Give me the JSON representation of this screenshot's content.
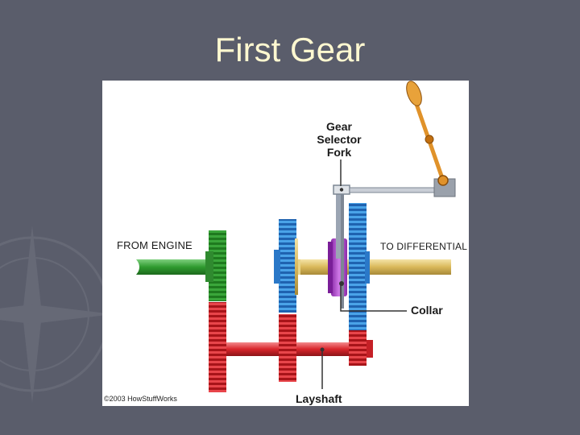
{
  "slide": {
    "title": "First Gear",
    "background_color": "#5a5d6b",
    "title_color": "#fff8d0"
  },
  "diagram": {
    "labels": {
      "gear_selector_fork": [
        "Gear",
        "Selector",
        "Fork"
      ],
      "from_engine": "FROM ENGINE",
      "to_differential": "TO DIFFERENTIAL",
      "collar": "Collar",
      "layshaft": "Layshaft"
    },
    "copyright": "©2003 HowStuffWorks",
    "colors": {
      "input_gear": "#3aa63a",
      "blue_gears": "#3a8fd9",
      "collar": "#b04ad0",
      "layshaft": "#d8252b",
      "output_shaft": "#e3c76a",
      "lever": "#e0922a"
    }
  }
}
